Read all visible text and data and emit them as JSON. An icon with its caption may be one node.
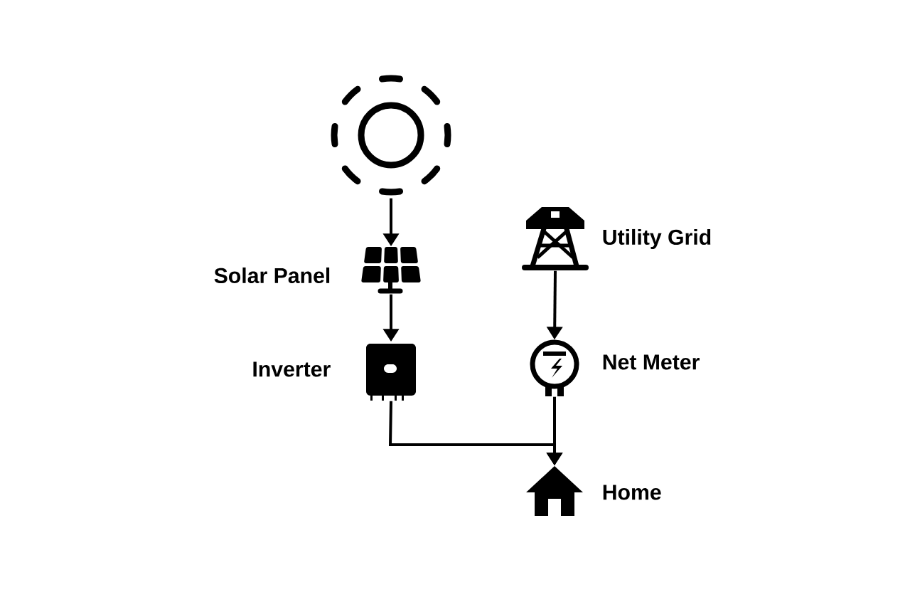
{
  "diagram": {
    "nodes": [
      {
        "text": [],
        "shape": "picture"
      },
      {
        "text": [
          "Solar Panel"
        ]
      },
      {
        "text": [
          "Inverter"
        ]
      },
      {
        "text": [
          "Utility Grid"
        ]
      },
      {
        "text": [
          "Net Meter"
        ]
      },
      {
        "text": [
          "Home"
        ]
      }
    ],
    "edges": [
      {
        "from": 0,
        "to": 1,
        "arrow": "to"
      },
      {
        "from": 1,
        "to": 2,
        "arrow": "to"
      },
      {
        "from": 3,
        "to": 4,
        "arrow": "to"
      },
      {
        "from": 2,
        "to": 5,
        "arrow": "to"
      },
      {
        "from": 4,
        "to": 5,
        "arrow": "to"
      }
    ]
  }
}
